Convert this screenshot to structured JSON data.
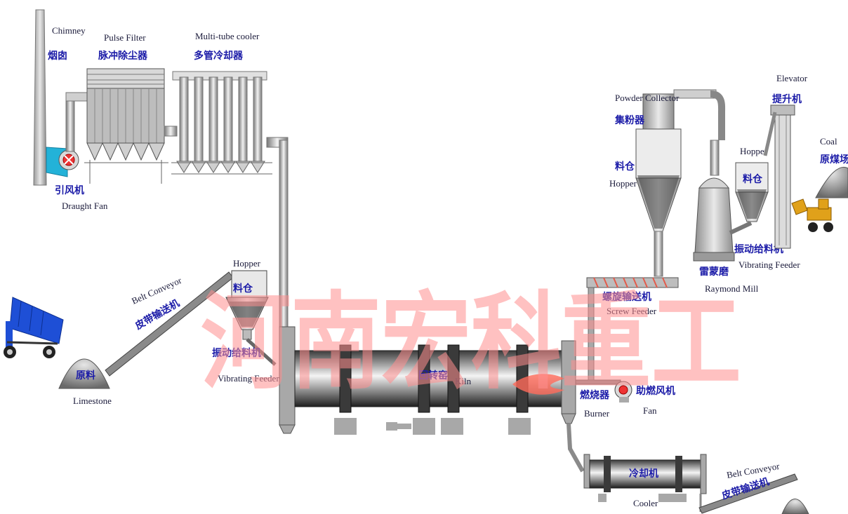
{
  "title": "",
  "watermark": "河南宏科重工",
  "labels": {
    "chimney_en": "Chimney",
    "chimney_zh": "烟囱",
    "pulse_filter_en": "Pulse Filter",
    "pulse_filter_zh": "脉冲除尘器",
    "multitube_cooler_en": "Multi-tube cooler",
    "multitube_cooler_zh": "多管冷却器",
    "draught_fan_zh": "引风机",
    "draught_fan_en": "Draught Fan",
    "hopper1_en": "Hopper",
    "hopper1_zh": "料仓",
    "belt_conveyor1_en": "Belt Conveyor",
    "belt_conveyor1_zh": "皮带输送机",
    "limestone_zh": "原料",
    "limestone_en": "Limestone",
    "vib_feeder1_zh": "振动给料机",
    "vib_feeder1_en": "Vibrating Feeder",
    "kiln_zh": "回转窑",
    "kiln_en": "Kiln",
    "burner_zh": "燃烧器",
    "burner_en": "Burner",
    "fan_zh": "助燃风机",
    "fan_en": "Fan",
    "powder_collector_en": "Powder Collector",
    "powder_collector_zh": "集粉器",
    "hopper2_zh": "料仓",
    "hopper2_en": "Hopper",
    "screw_feeder_zh": "螺旋输送机",
    "screw_feeder_en": "Screw Feeder",
    "raymond_mill_zh": "雷蒙磨",
    "raymond_mill_en": "Raymond Mill",
    "hopper3_en": "Hopper",
    "hopper3_zh": "料仓",
    "vib_feeder2_zh": "振动给料机",
    "vib_feeder2_en": "Vibrating Feeder",
    "elevator_en": "Elevator",
    "elevator_zh": "提升机",
    "coal_en": "Coal",
    "coal_zh": "原煤场",
    "cooler_zh": "冷却机",
    "cooler_en": "Cooler",
    "belt_conveyor2_en": "Belt Conveyor",
    "belt_conveyor2_zh": "皮带输送机"
  },
  "colors": {
    "equipment": "#9c9c9c",
    "shell_dark": "#2a2a2a",
    "label_zh": "#1c1ca8",
    "label_en": "#1a1a3a",
    "watermark": "#ff8f8f",
    "flame": "#ff6a5a",
    "truck": "#1e4fd6",
    "loader": "#e0a11a",
    "fan_blue": "#23b2d8"
  }
}
